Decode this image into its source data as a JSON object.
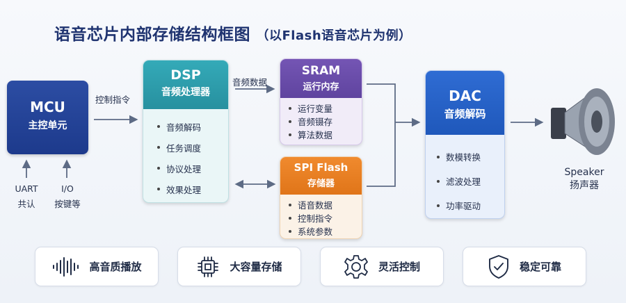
{
  "title": {
    "main": "语音芯片内部存储结构框图",
    "sub": "（以Flash语音芯片为例）"
  },
  "mcu": {
    "name": "MCU",
    "desc": "主控单元",
    "inputs": [
      {
        "label": "UART",
        "sub": "共认"
      },
      {
        "label": "I/O",
        "sub": "按键等"
      }
    ]
  },
  "links": {
    "mcu_to_dsp": "控制指令",
    "dsp_to_sram": "音频数据"
  },
  "dsp": {
    "name": "DSP",
    "desc": "音频处理器",
    "items": [
      "音频解码",
      "任务调度",
      "协议处理",
      "效果处理"
    ]
  },
  "sram": {
    "name": "SRAM",
    "desc": "运行内存",
    "items": [
      "运行变量",
      "音频镊存",
      "算法数据"
    ]
  },
  "spi_flash": {
    "name": "SPI Flash",
    "desc": "存储器",
    "items": [
      "语音数据",
      "控制指令",
      "系统参数"
    ]
  },
  "dac": {
    "name": "DAC",
    "desc": "音频解码",
    "items": [
      "数模转换",
      "滤波处理",
      "功率驱动"
    ]
  },
  "speaker": {
    "name": "Speaker",
    "desc": "扬声器"
  },
  "features": [
    {
      "icon": "waveform-icon",
      "label": "高音质播放"
    },
    {
      "icon": "chip-icon",
      "label": "大容量存储"
    },
    {
      "icon": "gear-icon",
      "label": "灵活控制"
    },
    {
      "icon": "shield-check-icon",
      "label": "稳定可靠"
    }
  ],
  "colors": {
    "title": "#1f3370",
    "mcu": "#1d3a8c",
    "dsp": "#27909f",
    "sram": "#5f449f",
    "spi_flash": "#e07519",
    "dac": "#1f58bb",
    "arrow": "#5d6b85"
  }
}
